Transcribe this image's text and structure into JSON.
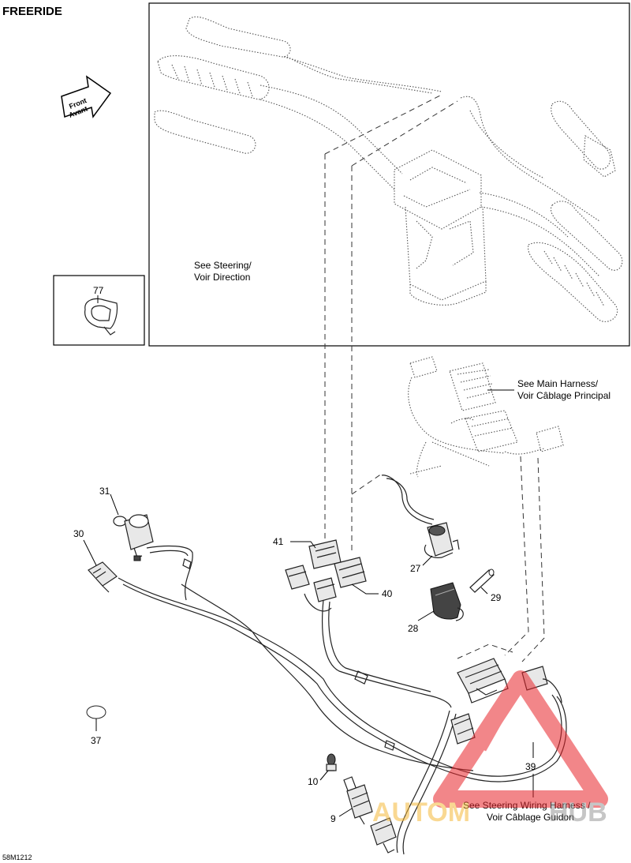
{
  "title": "FREERIDE",
  "front_arrow": {
    "line1": "Front",
    "line2": "Avant"
  },
  "notes": {
    "steering": {
      "line1": "See Steering/",
      "line2": "Voir Direction"
    },
    "main_harness": {
      "line1": "See Main Harness/",
      "line2": "Voir Câblage Principal"
    },
    "steering_wiring": {
      "line1": "See Steering Wiring Harness /",
      "line2": "Voir Câblage Guidon"
    }
  },
  "callouts": {
    "c77": "77",
    "c31": "31",
    "c30": "30",
    "c41": "41",
    "c40": "40",
    "c27": "27",
    "c29": "29",
    "c28": "28",
    "c37": "37",
    "c10": "10",
    "c9": "9",
    "c39": "39"
  },
  "watermark": {
    "left": "AUTOM",
    "right": "HUB",
    "color": "#e8242a",
    "text_color": "#f5b93a"
  },
  "diagram_code": "58M1212"
}
